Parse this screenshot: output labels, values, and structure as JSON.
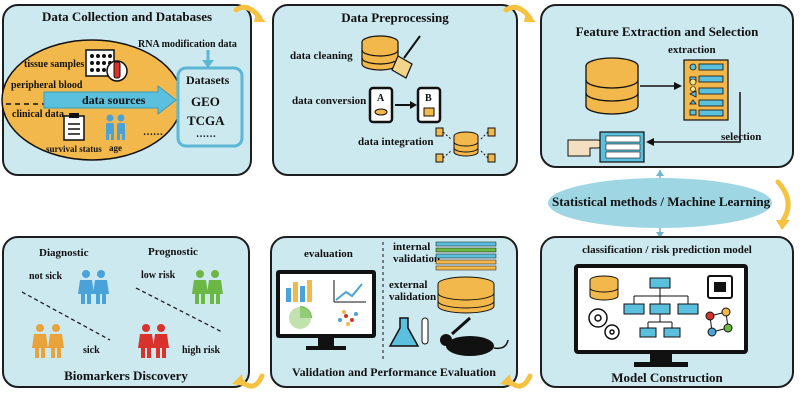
{
  "panels": {
    "collection": {
      "title": "Data Collection and Databases",
      "rna": "RNA modification data",
      "tissue": "tissue samples",
      "blood": "peripheral blood",
      "sources": "data sources",
      "clinical": "clinical data",
      "survival": "survival status",
      "age": "age",
      "dots": "……",
      "datasets_title": "Datasets",
      "geo": "GEO",
      "tcga": "TCGA",
      "datasets_dots": "……"
    },
    "preprocessing": {
      "title": "Data Preprocessing",
      "cleaning": "data cleaning",
      "conversion": "data conversion",
      "integration": "data integration",
      "box_a": "A",
      "box_b": "B"
    },
    "feature": {
      "title": "Feature Extraction and Selection",
      "extraction": "extraction",
      "selection": "selection"
    },
    "model": {
      "title": "Model Construction",
      "subtitle": "classification / risk prediction model"
    },
    "validation": {
      "title": "Validation and Performance Evaluation",
      "evaluation": "evaluation",
      "internal": "internal validation",
      "external": "external validation"
    },
    "biomarkers": {
      "title": "Biomarkers Discovery",
      "diagnostic": "Diagnostic",
      "prognostic": "Prognostic",
      "not_sick": "not sick",
      "sick": "sick",
      "low_risk": "low risk",
      "high_risk": "high risk"
    }
  },
  "center_label": "Statistical methods / Machine Learning",
  "colors": {
    "panel_bg": "#cde9f0",
    "ellipse": "#f2b84b",
    "arrow": "#f5c242",
    "db": "#f2b84b",
    "blue_person": "#4aa3d8",
    "green_person": "#6bb844",
    "orange_person": "#e8a33a",
    "red_person": "#d9322c",
    "center_ellipse": "#9fd6e3"
  }
}
